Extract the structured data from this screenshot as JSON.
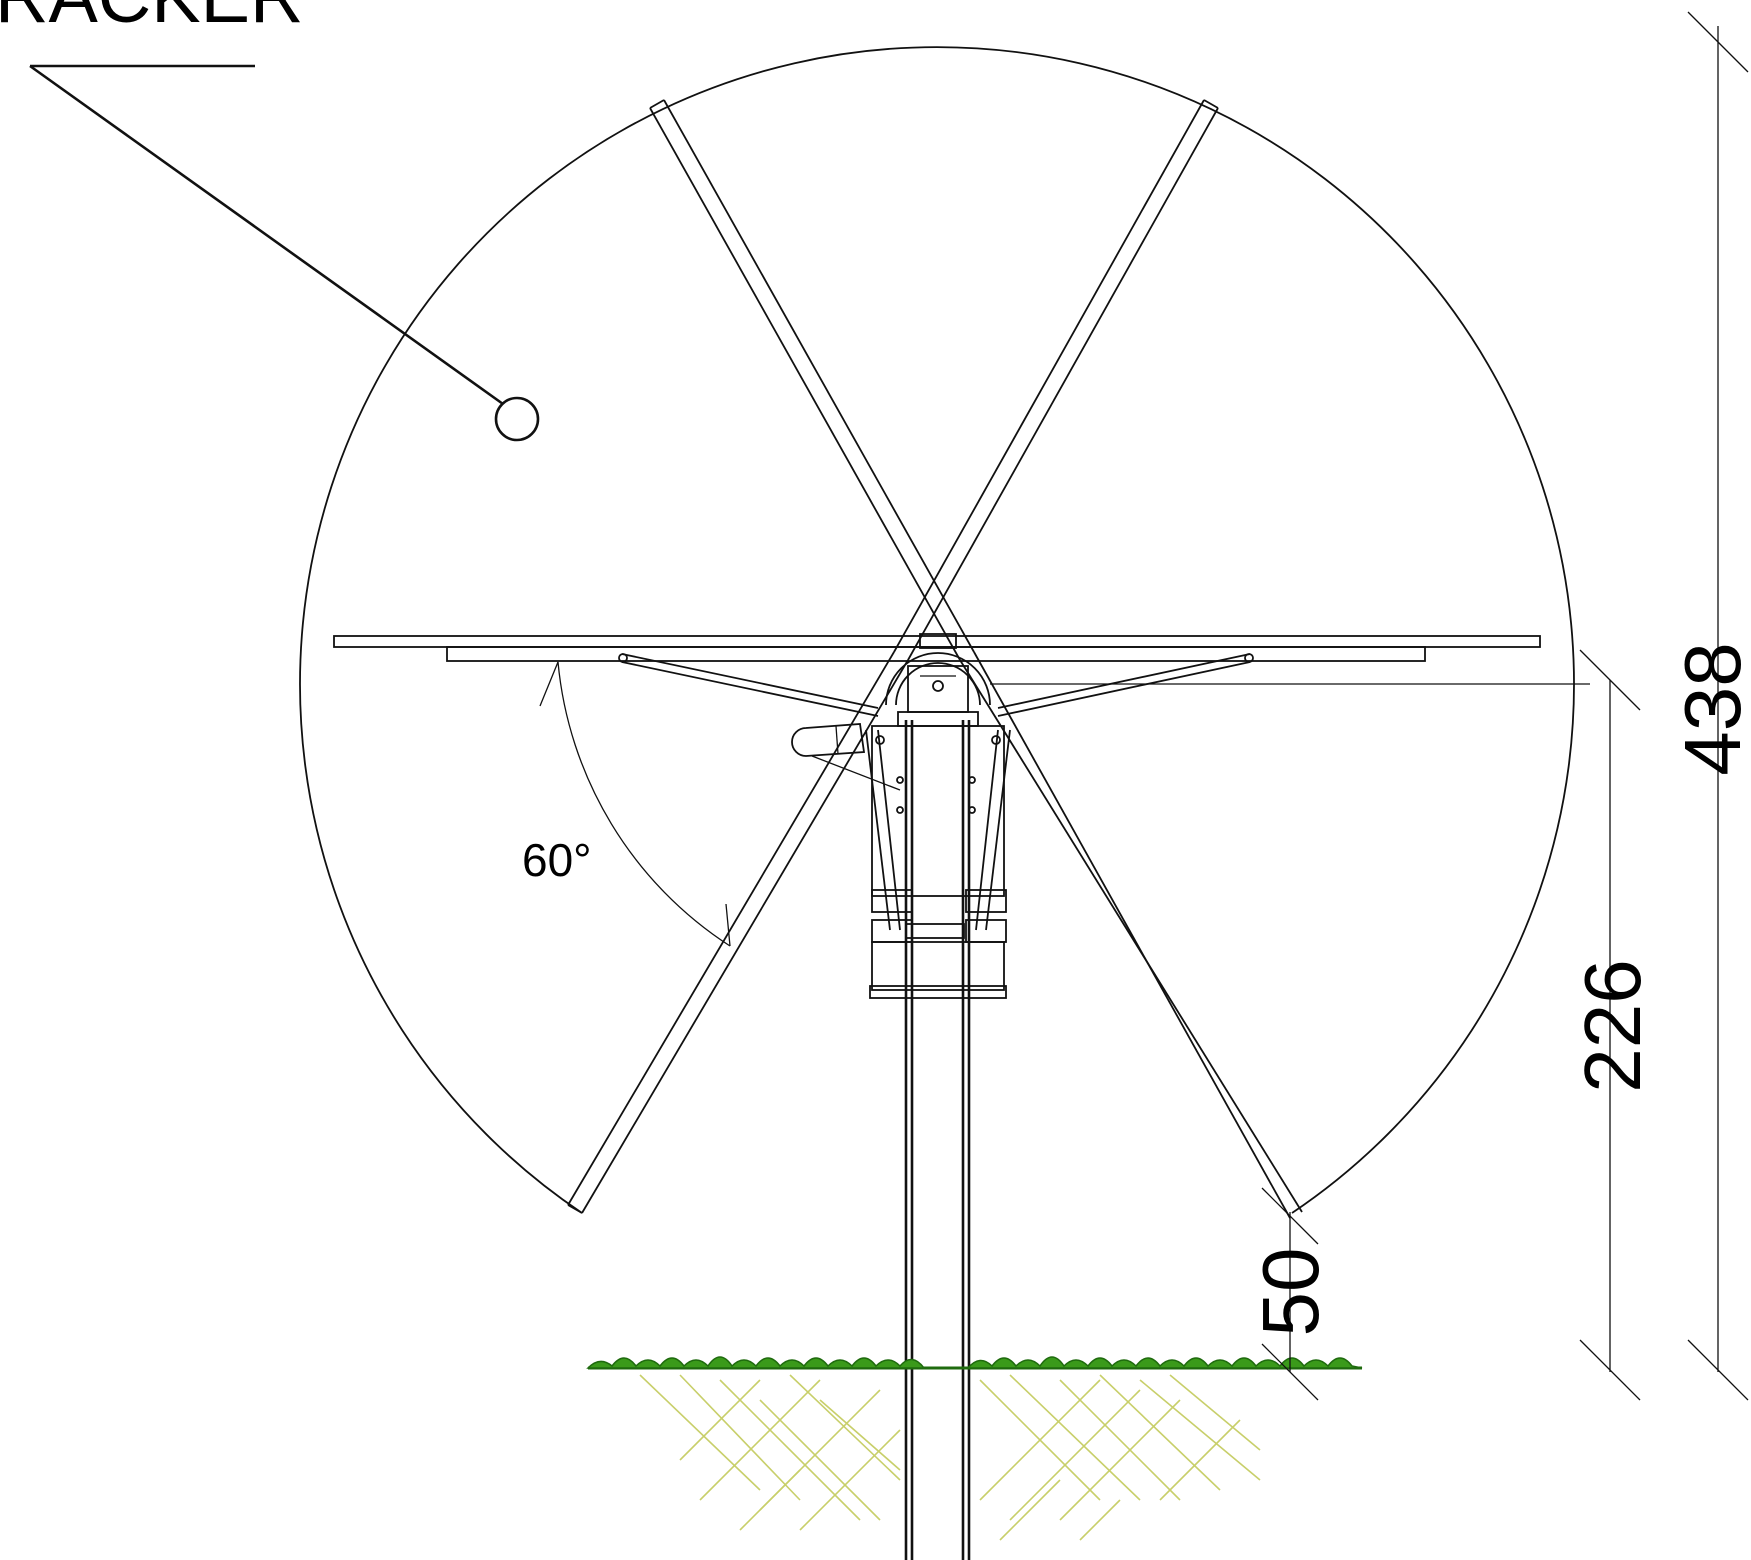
{
  "title_fragment": "RACKER",
  "angle_label": "60°",
  "dimensions": {
    "total_height": "438",
    "pivot_height": "226",
    "clearance": "50"
  },
  "colors": {
    "line": "#111111",
    "grass": "#3a9a1a",
    "grass_dark": "#1f6b0e",
    "soil_hatch": "#c8cf6a"
  },
  "icons": [
    "grass-ground",
    "soil-hatch",
    "rotation-circle",
    "tracker-panel"
  ]
}
